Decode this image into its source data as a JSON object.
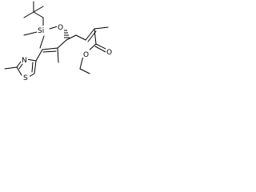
{
  "atoms": {
    "si": "Si",
    "o_silyl": "O",
    "o_carbonyl": "O",
    "o_ester": "O",
    "n_thiazole": "N",
    "s_thiazole": "S"
  }
}
